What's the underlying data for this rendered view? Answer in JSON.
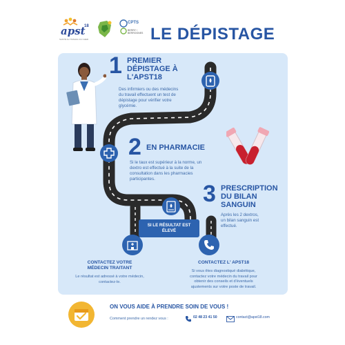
{
  "header": {
    "logo_apst": "apst",
    "logo_apst_sup": "18",
    "logo_apst_tagline": "SANTÉ AU TRAVAIL DU CHER",
    "logo_cpts_name": "CPTS",
    "logo_cpts_sub": "BERRY / BERROGNES",
    "title": "LE DÉPISTAGE"
  },
  "steps": [
    {
      "number": "1",
      "title_lines": [
        "PREMIER",
        "DÉPISTAGE À",
        "L'APST18"
      ],
      "text_lines": [
        "Des infirmiers ou des médecins",
        "du travail effectuent un test de",
        "dépistage pour vérifier votre",
        "glycémie."
      ]
    },
    {
      "number": "2",
      "title_lines": [
        "EN PHARMACIE"
      ],
      "text_lines": [
        "Si le taux est supérieur à la norme, un",
        "dextro est effectué à la suite de la",
        "consultation dans les pharmacies",
        "participantes."
      ]
    },
    {
      "number": "3",
      "title_lines": [
        "PRESCRIPTION",
        "DU BILAN",
        "SANGUIN"
      ],
      "text_lines": [
        "Après les  2  dextros,",
        "un bilan sanguin est",
        "effectué."
      ]
    }
  ],
  "pill": {
    "lines": [
      "SI LE RÉSULTAT EST",
      "ÉLEVÉ"
    ]
  },
  "contacts": {
    "left": {
      "title_lines": [
        "CONTACTEZ VOTRE",
        "MÉDECIN TRAITANT"
      ],
      "text_lines": [
        "Le résultat est adressé à votre médecin,",
        "contactez-le."
      ]
    },
    "right": {
      "title_lines": [
        "CONTACTEZ L' APST18"
      ],
      "text_lines": [
        "Si vous êtes diagnostiqué diabétique,",
        "contactez votre médecin du travail pour",
        "obtenir des conseils et d'éventuels",
        "ajustements sur votre poste de travail."
      ]
    }
  },
  "footer": {
    "title": "ON VOUS AIDE À PRENDRE SOIN DE VOUS !",
    "line": "Comment prendre un rendez vous :",
    "phone": "02 48 23 41 50",
    "email": "contact@apst18.com"
  },
  "colors": {
    "primary": "#2755a3",
    "panel": "#d7e8f9",
    "road": "#2a2a2a",
    "accent": "#f2b632"
  },
  "icons": [
    "doctor-illustration",
    "glucose-meter-icon",
    "pharmacy-cross-icon",
    "blood-test-icon",
    "hospital-icon",
    "phone-icon",
    "blood-tubes-illustration",
    "calendar-check-icon",
    "footer-phone-icon",
    "envelope-icon"
  ]
}
